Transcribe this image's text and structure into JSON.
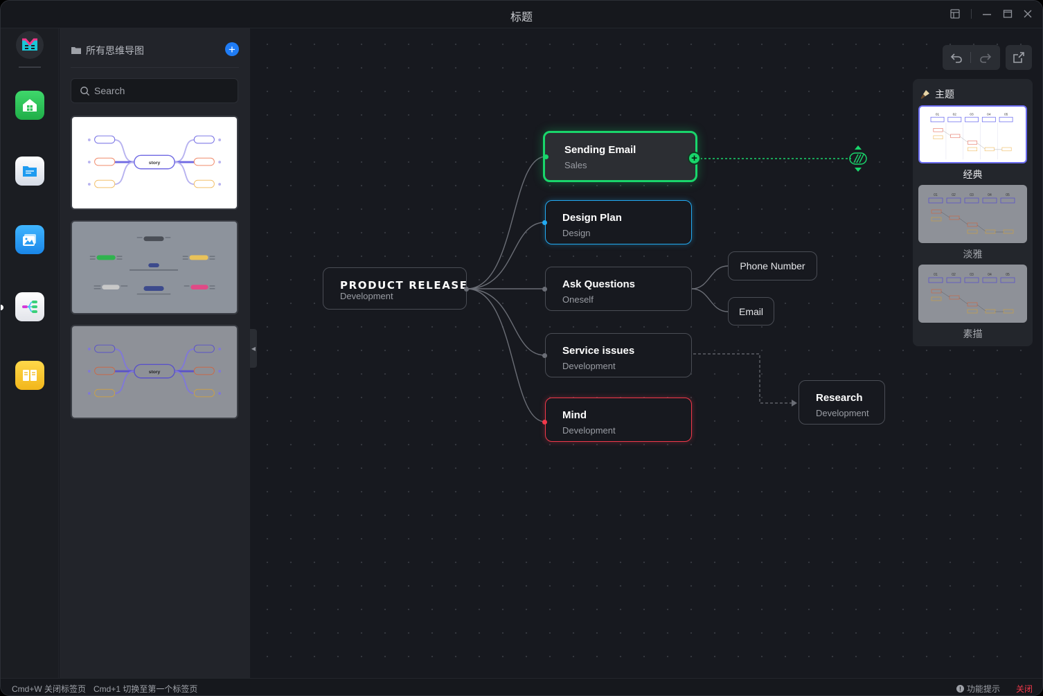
{
  "window": {
    "title": "标题"
  },
  "panel": {
    "folder_label": "所有思维导图",
    "add_symbol": "+",
    "search_placeholder": "Search",
    "thumbnails": [
      {
        "center_label": "story"
      },
      {
        "center_label": ""
      },
      {
        "center_label": "story"
      }
    ]
  },
  "rail": {
    "apps": [
      {
        "name": "home-app-icon",
        "color": "#2ec45a"
      },
      {
        "name": "files-app-icon",
        "color": "#e8ecf4"
      },
      {
        "name": "gallery-app-icon",
        "color": "#2a9df4"
      },
      {
        "name": "mindmap-app-icon",
        "color": "#f2f2f5"
      },
      {
        "name": "notes-app-icon",
        "color": "#f7c62f"
      }
    ]
  },
  "mindmap": {
    "root": {
      "title": "PRODUCT RELEASE",
      "subtitle": "Development"
    },
    "nodes": [
      {
        "id": "sending",
        "title": "Sending Email",
        "subtitle": "Sales",
        "accent": "#19d66b"
      },
      {
        "id": "design",
        "title": "Design Plan",
        "subtitle": "Design",
        "accent": "#22aaf2"
      },
      {
        "id": "ask",
        "title": "Ask Questions",
        "subtitle": "Oneself",
        "accent": "#6b6e76"
      },
      {
        "id": "service",
        "title": "Service issues",
        "subtitle": "Development",
        "accent": "#6b6e76"
      },
      {
        "id": "mind",
        "title": "Mind",
        "subtitle": "Development",
        "accent": "#f2384a"
      }
    ],
    "leaves": [
      {
        "id": "phone",
        "title": "Phone Number"
      },
      {
        "id": "email",
        "title": "Email"
      }
    ],
    "research": {
      "title": "Research",
      "subtitle": "Development"
    }
  },
  "themes": {
    "heading": "主题",
    "items": [
      {
        "label": "经典",
        "selected": true
      },
      {
        "label": "淡雅",
        "selected": false
      },
      {
        "label": "素描",
        "selected": false
      }
    ],
    "columns": [
      "01",
      "02",
      "03",
      "04",
      "05"
    ]
  },
  "statusbar": {
    "hint1": "Cmd+W 关闭标签页",
    "hint2": "Cmd+1 切换至第一个标签页",
    "tips": "功能提示",
    "close": "关闭"
  }
}
